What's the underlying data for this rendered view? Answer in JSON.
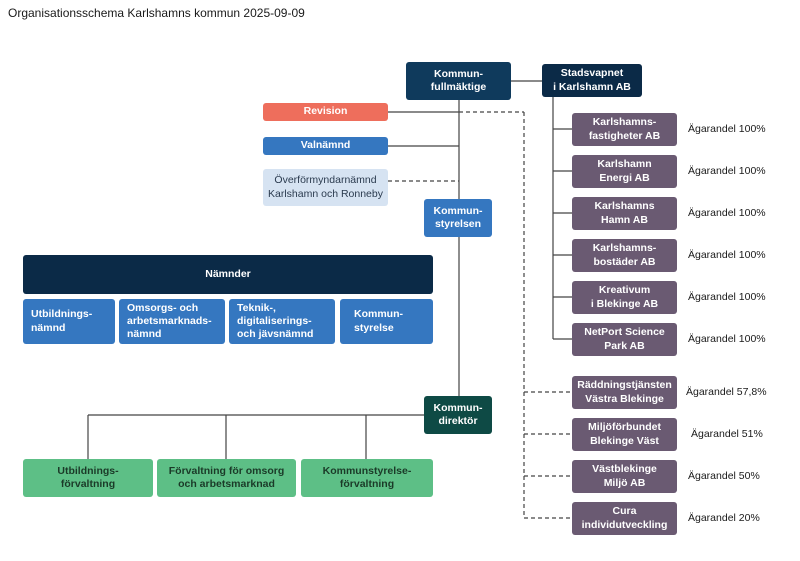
{
  "title": "Organisationsschema Karlshamns kommun 2025-09-09",
  "top": {
    "kommunfullmaktige": "Kommun-\nfullmäktige",
    "stadsvapnet": "Stadsvapnet\ni Karlshamn AB"
  },
  "left": {
    "revision": "Revision",
    "valnamnd": "Valnämnd",
    "overformyndarnamnd": "Överförmyndarnämnd\nKarlshamn och Ronneby"
  },
  "kommunstyrelsen": "Kommun-\nstyrelsen",
  "namnder": {
    "header": "Nämnder",
    "items": [
      "Utbildnings-\nnämnd",
      "Omsorgs- och\narbetsmarknads-\nnämnd",
      "Teknik-,\ndigitaliserings-\noch jävsnämnd",
      "Kommun-\nstyrelse"
    ]
  },
  "kommundirektor": "Kommun-\ndirektör",
  "forvaltningar": [
    "Utbildnings-\nförvaltning",
    "Förvaltning för omsorg\noch arbetsmarknad",
    "Kommunstyrelse-\nförvaltning"
  ],
  "bolag": [
    {
      "name": "Karlshamns-\nfastigheter AB",
      "share": "Ägarandel 100%"
    },
    {
      "name": "Karlshamn\nEnergi AB",
      "share": "Ägarandel 100%"
    },
    {
      "name": "Karlshamns\nHamn AB",
      "share": "Ägarandel 100%"
    },
    {
      "name": "Karlshamns-\nbostäder AB",
      "share": "Ägarandel 100%"
    },
    {
      "name": "Kreativum\ni Blekinge AB",
      "share": "Ägarandel 100%"
    },
    {
      "name": "NetPort Science\nPark AB",
      "share": "Ägarandel 100%"
    }
  ],
  "samagda": [
    {
      "name": "Räddningstjänsten\nVästra Blekinge",
      "share": "Ägarandel 57,8%"
    },
    {
      "name": "Miljöförbundet\nBlekinge Väst",
      "share": "Ägarandel 51%"
    },
    {
      "name": "Västblekinge\nMiljö AB",
      "share": "Ägarandel 50%"
    },
    {
      "name": "Cura\nindividutveckling",
      "share": "Ägarandel 20%"
    }
  ],
  "colors": {
    "navy": "#0f3a5c",
    "dark_navy": "#0b2a47",
    "teal": "#0e4a45",
    "red": "#ee6e5c",
    "blue": "#3577c0",
    "light_blue": "#d6e3f2",
    "green": "#5dbf86",
    "purple": "#6a5a72",
    "line": "#444444"
  }
}
